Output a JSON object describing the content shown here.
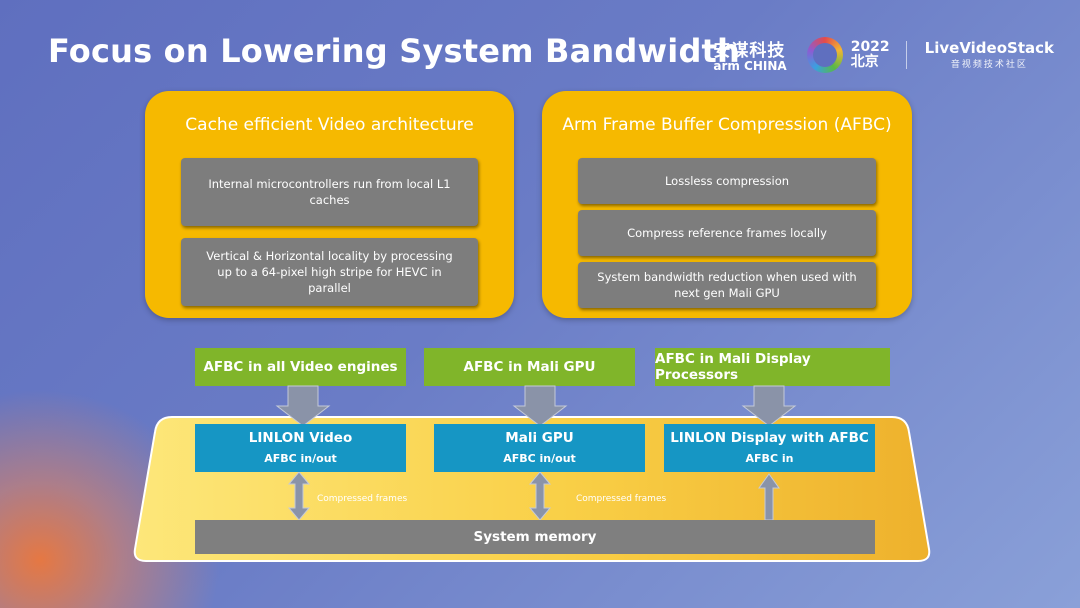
{
  "slide": {
    "title": "Focus on Lowering System Bandwidth"
  },
  "logos": {
    "arm_cn": "安谋科技",
    "arm_en": "arm CHINA",
    "event_year": "2022",
    "event_city": "北京",
    "lvs_name": "LiveVideoStack",
    "lvs_sub": "音视频技术社区"
  },
  "panels": {
    "cache": {
      "title": "Cache efficient Video architecture",
      "items": [
        "Internal microcontrollers run from local L1 caches",
        "Vertical & Horizontal locality by processing up to a 64-pixel high stripe for HEVC in parallel"
      ]
    },
    "afbc": {
      "title": "Arm Frame Buffer Compression (AFBC)",
      "items": [
        "Lossless compression",
        "Compress reference frames locally",
        "System bandwidth reduction when used with next gen Mali GPU"
      ]
    }
  },
  "flow": {
    "green_labels": [
      "AFBC in all Video engines",
      "AFBC in Mali GPU",
      "AFBC in Mali Display Processors"
    ],
    "engines": [
      {
        "name": "LINLON Video",
        "mode": "AFBC in/out"
      },
      {
        "name": "Mali GPU",
        "mode": "AFBC in/out"
      },
      {
        "name": "LINLON Display with AFBC",
        "mode": "AFBC in"
      }
    ],
    "compressed_label_1": "Compressed frames",
    "compressed_label_2": "Compressed frames",
    "system_memory": "System memory"
  },
  "colors": {
    "panel_yellow": "#f6b900",
    "box_gray": "#7d7d7d",
    "green": "#80b52a",
    "teal": "#1696c4",
    "arrow_gray": "#8a93a8"
  }
}
